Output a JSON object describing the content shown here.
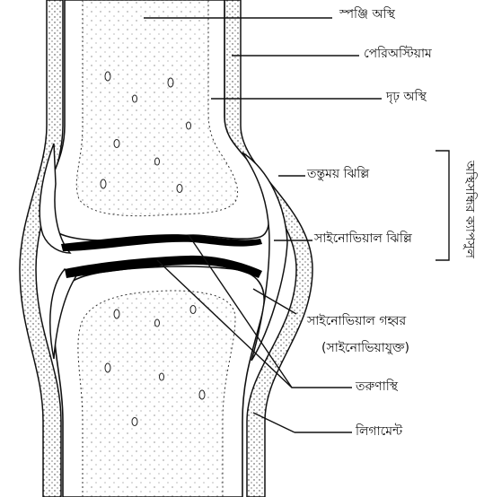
{
  "labels": {
    "spongy_bone": "স্পঞ্জি অস্থি",
    "periosteum": "পেরিঅস্টিয়াম",
    "compact_bone": "দৃঢ় অস্থি",
    "fibrous_membrane": "তন্তুময় ঝিল্লি",
    "synovial_membrane": "সাইনোভিয়াল ঝিল্লি",
    "capsule": "অস্থিসন্ধির ক্যাপসুল",
    "synovial_cavity": "সাইনোভিয়াল গহ্বর",
    "synovial_cavity_note": "(সাইনোভিয়াযুক্ত)",
    "cartilage": "তরুণাস্থি",
    "ligament": "লিগামেন্ট"
  },
  "colors": {
    "line": "#111111",
    "background": "#ffffff",
    "cartilage": "#000000"
  }
}
